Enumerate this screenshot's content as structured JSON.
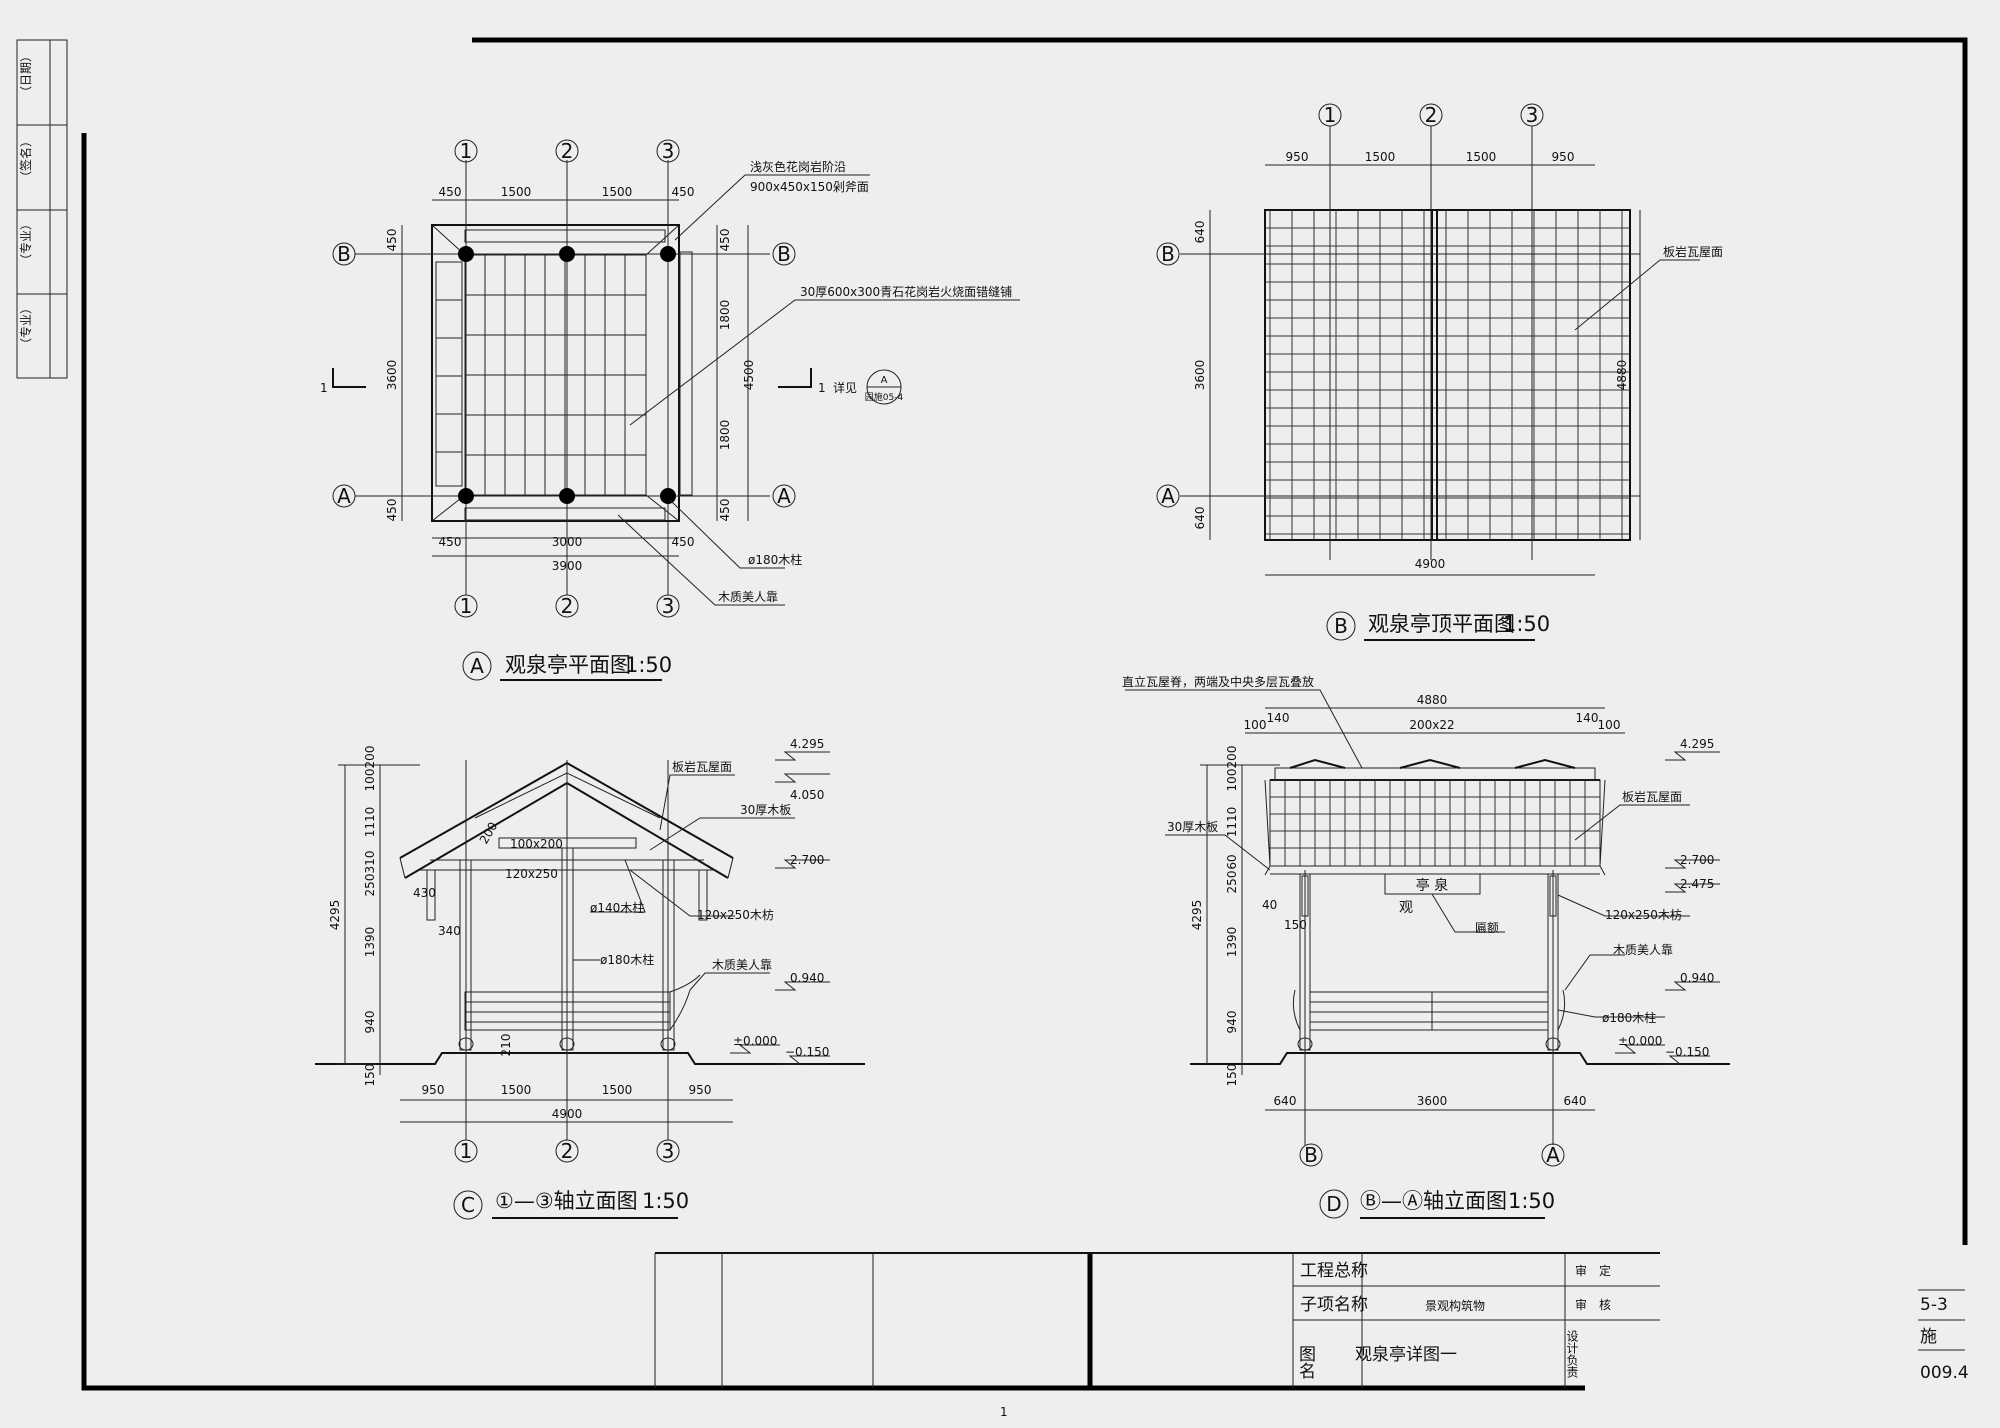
{
  "left_strip": {
    "labels": [
      "（日期）",
      "（签名）",
      "（专业）",
      "（专业）"
    ]
  },
  "plan": {
    "title": "观泉亭平面图",
    "scale": "1:50",
    "badge": "A",
    "axes_num": [
      "1",
      "2",
      "3"
    ],
    "axes_letter": [
      "B",
      "A"
    ],
    "dims_top": [
      "450",
      "1500",
      "1500",
      "450"
    ],
    "dims_bottom_inner": [
      "450",
      "3000",
      "450"
    ],
    "dims_bottom_total": "3900",
    "dims_left": [
      "450",
      "3600",
      "450"
    ],
    "dims_right": [
      "450",
      "1800",
      "4500",
      "1800",
      "450"
    ],
    "notes": [
      "浅灰色花岗岩阶沿",
      "900x450x150剁斧面",
      "30厚600x300青石花岗岩火烧面错缝铺",
      "ø180木柱",
      "木质美人靠"
    ],
    "section_mark": "1",
    "detail_ref": "详见",
    "detail_badge_top": "A",
    "detail_badge_bottom": "园施05-4"
  },
  "roof": {
    "title": "观泉亭顶平面图",
    "scale": "1:50",
    "badge": "B",
    "axes_num": [
      "1",
      "2",
      "3"
    ],
    "axes_letter": [
      "B",
      "A"
    ],
    "dims_top": [
      "950",
      "1500",
      "1500",
      "950"
    ],
    "dims_bottom": "4900",
    "dims_left": [
      "640",
      "3600",
      "640"
    ],
    "dims_right": "4880",
    "note": "板岩瓦屋面"
  },
  "elev_c": {
    "title": "①—③轴立面图",
    "scale": "1:50",
    "badge": "C",
    "levels": [
      "4.295",
      "4.050",
      "2.700",
      "0.940",
      "±0.000",
      "−0.150"
    ],
    "dims_left_total": "4295",
    "dims_left": [
      "200",
      "100",
      "1110",
      "250",
      "310",
      "1390",
      "940",
      "150"
    ],
    "dims_inner": [
      "430",
      "340",
      "210",
      "200"
    ],
    "dims_bottom": [
      "950",
      "1500",
      "1500",
      "950"
    ],
    "dims_bottom_total": "4900",
    "notes": [
      "板岩瓦屋面",
      "30厚木板",
      "100x200",
      "120x250",
      "ø140木柱",
      "120x250木枋",
      "ø180木柱",
      "木质美人靠"
    ],
    "axes_num": [
      "1",
      "2",
      "3"
    ]
  },
  "elev_d": {
    "title": "Ⓑ—Ⓐ轴立面图",
    "scale": "1:50",
    "badge": "D",
    "top_note": "直立瓦屋脊，两端及中央多层瓦叠放",
    "dims_top_total": "4880",
    "dims_top": [
      "100",
      "140",
      "200x22",
      "140",
      "100"
    ],
    "levels": [
      "4.295",
      "2.700",
      "2.475",
      "0.940",
      "±0.000",
      "−0.150"
    ],
    "dims_left_total": "4295",
    "dims_left": [
      "200",
      "100",
      "1110",
      "250",
      "60",
      "1390",
      "940",
      "150"
    ],
    "dims_inner": [
      "40",
      "150"
    ],
    "notes": [
      "30厚木板",
      "板岩瓦屋面",
      "120x250木枋",
      "木质美人靠",
      "ø180木柱",
      "匾额"
    ],
    "plaque_top": "亭 泉",
    "plaque_bottom": "观",
    "dims_bottom": [
      "640",
      "3600",
      "640"
    ],
    "axes_letter": [
      "B",
      "A"
    ]
  },
  "title_block": {
    "project_label": "工程总称",
    "project_value": "",
    "sub_label": "子项名称",
    "sub_value": "景观构筑物",
    "drawing_label": "图名",
    "drawing_value": "观泉亭详图一",
    "approve": "审　定",
    "review": "审　核",
    "design": "设计负责",
    "sheet_no": "5-3",
    "stage": "施",
    "date": "009.4",
    "page": "1"
  }
}
